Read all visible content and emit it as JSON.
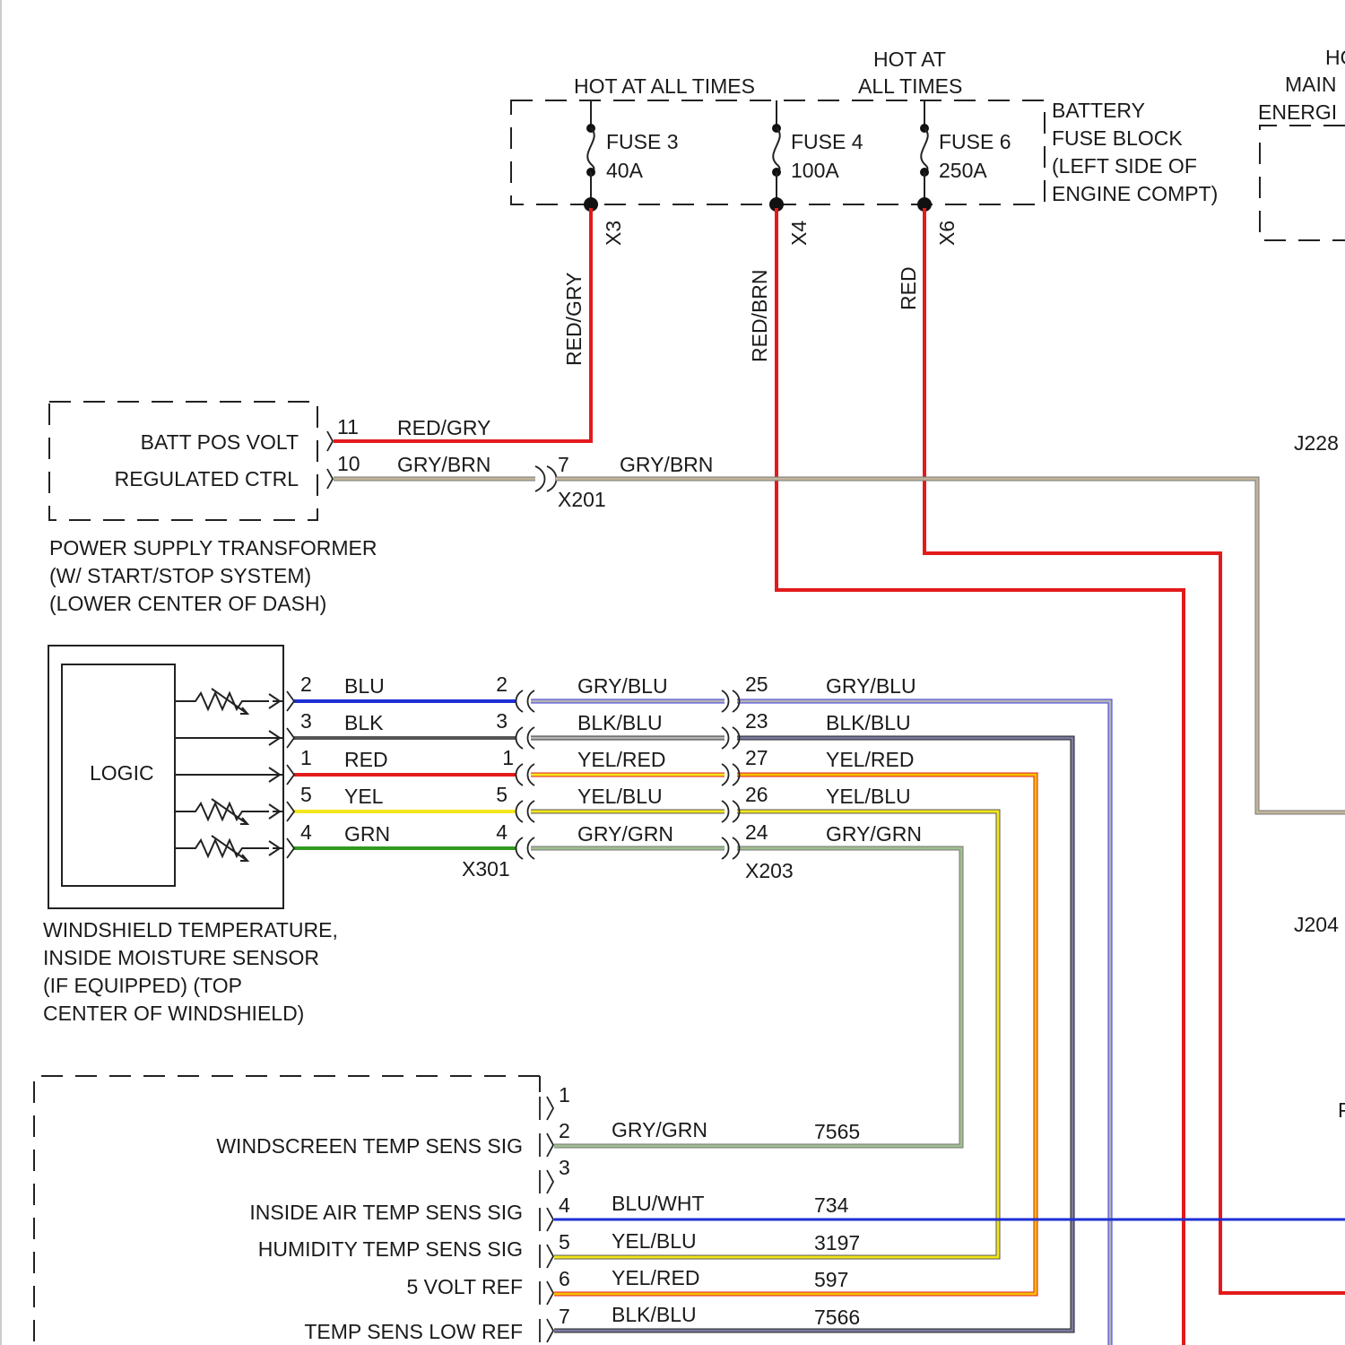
{
  "fuse_block": {
    "hot_at_all_times_1": "HOT AT ALL TIMES",
    "hot_at_line1": "HOT AT",
    "hot_at_line2": "ALL TIMES",
    "right_hot_partial": "HO",
    "right_main_partial": "MAIN",
    "right_energ_partial": "ENERGI",
    "label_lines": [
      "BATTERY",
      "FUSE BLOCK",
      "(LEFT SIDE OF",
      "ENGINE COMPT)"
    ],
    "fuses": [
      {
        "name": "FUSE 3",
        "rating": "40A",
        "pin": "X3",
        "wire": "RED/GRY",
        "color": "#e31a1c"
      },
      {
        "name": "FUSE 4",
        "rating": "100A",
        "pin": "X4",
        "wire": "RED/BRN",
        "color": "#e31a1c"
      },
      {
        "name": "FUSE 6",
        "rating": "250A",
        "pin": "X6",
        "wire": "RED",
        "color": "#e31a1c"
      }
    ]
  },
  "transformer": {
    "labels": [
      "BATT POS VOLT",
      "REGULATED CTRL"
    ],
    "caption": [
      "POWER SUPPLY TRANSFORMER",
      "(W/ START/STOP SYSTEM)",
      "(LOWER CENTER OF DASH)"
    ],
    "pins": [
      {
        "pin": "11",
        "wire": "RED/GRY"
      },
      {
        "pin": "10",
        "wire": "GRY/BRN"
      }
    ],
    "x201": {
      "name": "X201",
      "pin": "7",
      "wire": "GRY/BRN"
    }
  },
  "sensor": {
    "logic": "LOGIC",
    "caption": [
      "WINDSHIELD TEMPERATURE,",
      "INSIDE MOISTURE SENSOR",
      "(IF EQUIPPED) (TOP",
      "CENTER OF WINDSHIELD)"
    ],
    "x301": "X301",
    "x203": "X203",
    "circuits": [
      {
        "pin": "2",
        "wire": "BLU",
        "pin301": "2",
        "wire2": "GRY/BLU",
        "pin203": "25",
        "wire3": "GRY/BLU"
      },
      {
        "pin": "3",
        "wire": "BLK",
        "pin301": "3",
        "wire2": "BLK/BLU",
        "pin203": "23",
        "wire3": "BLK/BLU"
      },
      {
        "pin": "1",
        "wire": "RED",
        "pin301": "1",
        "wire2": "YEL/RED",
        "pin203": "27",
        "wire3": "YEL/RED"
      },
      {
        "pin": "5",
        "wire": "YEL",
        "pin301": "5",
        "wire2": "YEL/BLU",
        "pin203": "26",
        "wire3": "YEL/BLU"
      },
      {
        "pin": "4",
        "wire": "GRN",
        "pin301": "4",
        "wire2": "GRY/GRN",
        "pin203": "24",
        "wire3": "GRY/GRN"
      }
    ]
  },
  "module": {
    "rows": [
      {
        "pin": "1",
        "label": "",
        "wire": "",
        "circuit": ""
      },
      {
        "pin": "2",
        "label": "WINDSCREEN TEMP SENS SIG",
        "wire": "GRY/GRN",
        "circuit": "7565"
      },
      {
        "pin": "3",
        "label": "",
        "wire": "",
        "circuit": ""
      },
      {
        "pin": "4",
        "label": "INSIDE AIR TEMP SENS SIG",
        "wire": "BLU/WHT",
        "circuit": "734"
      },
      {
        "pin": "5",
        "label": "HUMIDITY TEMP SENS SIG",
        "wire": "YEL/BLU",
        "circuit": "3197"
      },
      {
        "pin": "6",
        "label": "5 VOLT REF",
        "wire": "YEL/RED",
        "circuit": "597"
      },
      {
        "pin": "7",
        "label": "TEMP SENS LOW REF",
        "wire": "BLK/BLU",
        "circuit": "7566"
      }
    ]
  },
  "right_edge": {
    "j228": "J228",
    "j204": "J204",
    "p_partial": "P"
  },
  "colors": {
    "red": "#e31a1c",
    "blue": "#1e2fd6",
    "blk": "#555555",
    "yellow": "#f3e61c",
    "green": "#2f9a1e",
    "gry": "#b5b5b5",
    "gry_brn": "#c2b59b",
    "gry_grn": "#9fbf8f",
    "yel_red": "#f5c000"
  }
}
